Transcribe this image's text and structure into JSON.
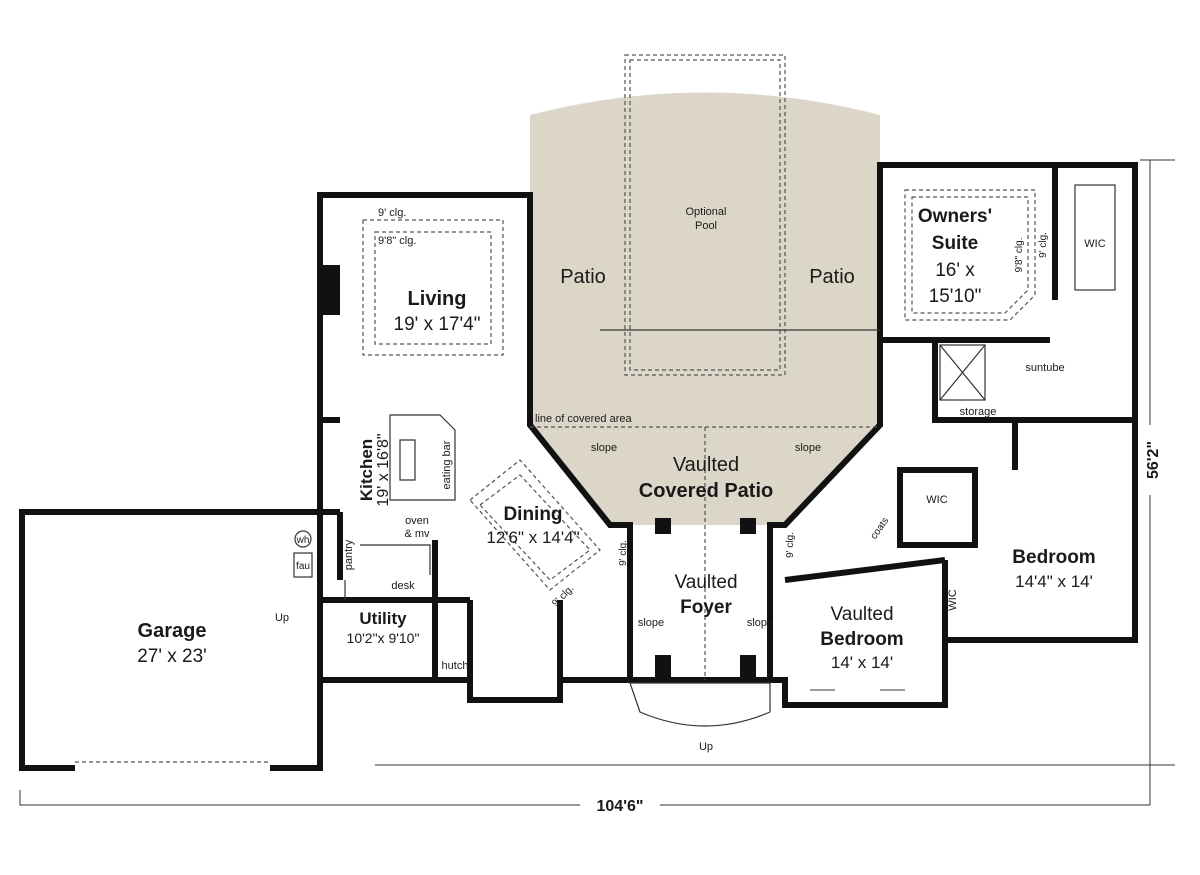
{
  "colors": {
    "interior": "#ebebeb",
    "exterior_surface": "#dcd6c8",
    "wall": "#111111"
  },
  "rooms": {
    "living": {
      "name": "Living",
      "size": "19' x 17'4\"",
      "ceiling_outer": "9' clg.",
      "ceiling_inner": "9'8\" clg."
    },
    "kitchen": {
      "name": "Kitchen",
      "size": "19' x 16'8\"",
      "eating_bar": "eating bar",
      "oven": "oven",
      "oven2": "& mv",
      "pantry": "pantry",
      "desk": "desk"
    },
    "dining": {
      "name": "Dining",
      "size": "12'6\" x 14'4\"",
      "ceiling": "9' clg."
    },
    "garage": {
      "name": "Garage",
      "size": "27' x 23'",
      "wh": "wh",
      "fau": "fau",
      "up": "Up"
    },
    "utility": {
      "name": "Utility",
      "size": "10'2\"x 9'10\"",
      "hutch": "hutch"
    },
    "patio_left": {
      "name": "Patio"
    },
    "patio_right": {
      "name": "Patio"
    },
    "pool": {
      "line1": "Optional",
      "line2": "Pool"
    },
    "covered_patio": {
      "line1": "Vaulted",
      "line2": "Covered Patio",
      "covered_line": "line of covered area",
      "slope": "slope"
    },
    "foyer": {
      "line1": "Vaulted",
      "line2": "Foyer",
      "slope": "slope",
      "ceiling": "9' clg.",
      "up": "Up"
    },
    "owners_suite": {
      "line1": "Owners'",
      "line2": "Suite",
      "size1": "16' x",
      "size2": "15'10\"",
      "ceiling_inner": "9'8\" clg.",
      "ceiling_outer": "9' clg.",
      "wic": "WIC",
      "suntube": "suntube",
      "storage": "storage"
    },
    "bedroom": {
      "name": "Bedroom",
      "size": "14'4\" x 14'",
      "wic": "WIC",
      "coats": "coats"
    },
    "vaulted_bedroom": {
      "line1": "Vaulted",
      "line2": "Bedroom",
      "size": "14' x 14'",
      "wic": "WIC"
    }
  },
  "dimensions": {
    "width": "104'6\"",
    "depth": "56'2\""
  }
}
